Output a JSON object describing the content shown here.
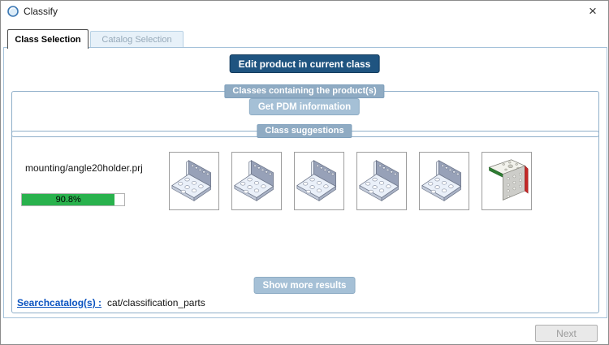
{
  "window": {
    "title": "Classify",
    "icons": {
      "app": "sphere-icon",
      "close": "×"
    }
  },
  "tabs": [
    {
      "label": "Class Selection",
      "active": true
    },
    {
      "label": "Catalog Selection",
      "active": false
    }
  ],
  "actions": {
    "edit_product": "Edit product in current class",
    "get_pdm": "Get PDM information",
    "show_more": "Show more results",
    "next": "Next"
  },
  "groups": {
    "classes_containing": "Classes containing the product(s)",
    "class_suggestions": "Class suggestions"
  },
  "suggestion": {
    "project": "mounting/angle20holder.prj",
    "confidence_label": "90.8%",
    "confidence_value": 90.8,
    "thumbnails": [
      {
        "variant": "gray-bracket"
      },
      {
        "variant": "gray-bracket"
      },
      {
        "variant": "gray-bracket"
      },
      {
        "variant": "gray-bracket"
      },
      {
        "variant": "gray-bracket"
      },
      {
        "variant": "colored-bracket"
      }
    ]
  },
  "search_catalog": {
    "link_label": "Searchcatalog(s) :",
    "value": "cat/classification_parts"
  },
  "colors": {
    "accent_dark_blue": "#1f5480",
    "button_blue": "#a5c0d6",
    "legend_blue": "#8fabc3",
    "progress_green": "#29b24d",
    "link_blue": "#0b53c0"
  }
}
